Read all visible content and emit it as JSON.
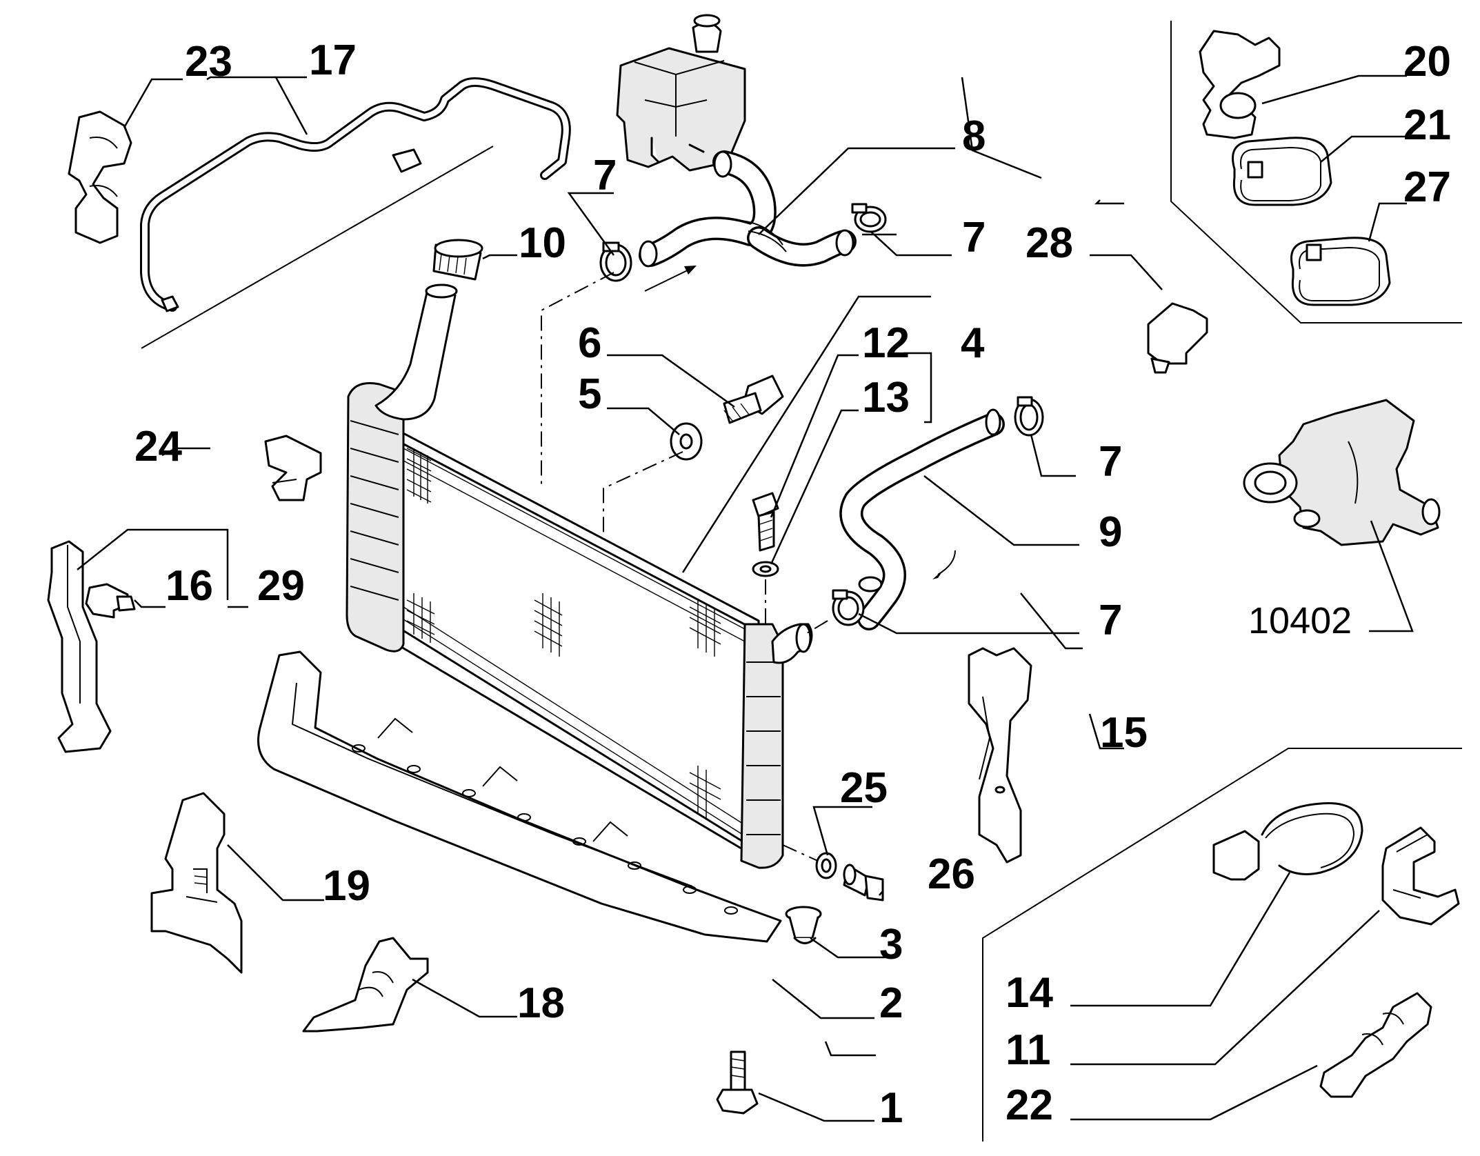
{
  "diagram": {
    "callouts": {
      "c1": "1",
      "c2": "2",
      "c3": "3",
      "c4": "4",
      "c5": "5",
      "c6": "6",
      "c7a": "7",
      "c7b": "7",
      "c7c": "7",
      "c7d": "7",
      "c8": "8",
      "c9": "9",
      "c10": "10",
      "c11": "11",
      "c12": "12",
      "c13": "13",
      "c14": "14",
      "c15": "15",
      "c16": "16",
      "c17": "17",
      "c18": "18",
      "c19": "19",
      "c20": "20",
      "c21": "21",
      "c22": "22",
      "c23": "23",
      "c24": "24",
      "c25": "25",
      "c26": "26",
      "c27": "27",
      "c28": "28",
      "c29": "29"
    },
    "reference_code": "10402"
  },
  "colors": {
    "line": "#000000",
    "background": "#ffffff",
    "shade": "#e9e9e9"
  }
}
